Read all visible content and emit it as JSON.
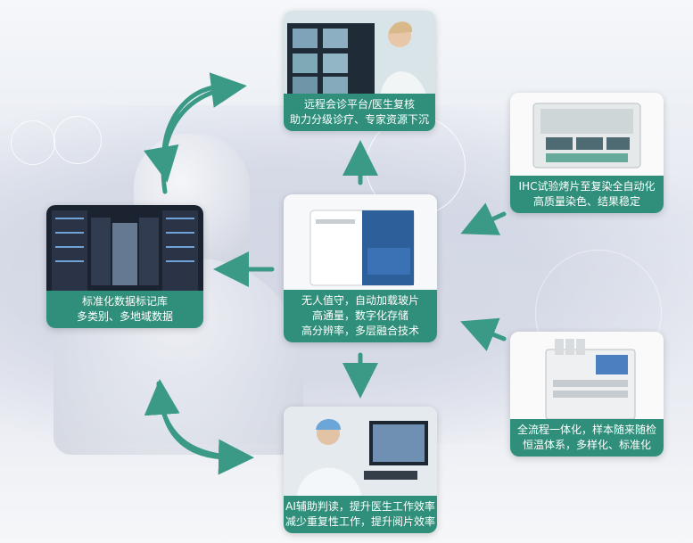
{
  "colors": {
    "accent": "#2f8f7a",
    "arrow": "#3a9a86",
    "background": "#eef1f6"
  },
  "nodes": {
    "telemedicine": {
      "lines": [
        "远程会诊平台/医生复核",
        "助力分级诊疗、专家资源下沉"
      ],
      "image": "video-conference-photo"
    },
    "ihc": {
      "lines": [
        "IHC试验烤片至复染全自动化",
        "高质量染色、结果稳定"
      ],
      "image": "ihc-stainer-machine"
    },
    "scanner": {
      "lines": [
        "无人值守，自动加载玻片",
        "高通量，数字化存储",
        "高分辨率，多层融合技术"
      ],
      "image": "slide-scanner-machine"
    },
    "database": {
      "lines": [
        "标准化数据标记库",
        "多类别、多地域数据"
      ],
      "image": "server-room-photo"
    },
    "processor": {
      "lines": [
        "全流程一体化，样本随来随检",
        "恒温体系，多样化、标准化"
      ],
      "image": "tissue-processor-machine"
    },
    "ai": {
      "lines": [
        "AI辅助判读，提升医生工作效率",
        "减少重复性工作，提升阅片效率"
      ],
      "image": "lab-worker-photo"
    }
  }
}
